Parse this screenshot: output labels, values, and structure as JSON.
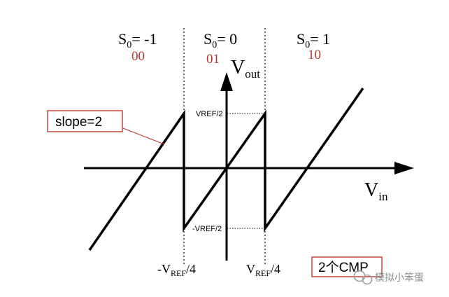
{
  "regions": [
    {
      "label_main": "S",
      "label_sub": "0",
      "label_rest": "= -1",
      "code": "00"
    },
    {
      "label_main": "S",
      "label_sub": "0",
      "label_rest": "= 0",
      "code": "01"
    },
    {
      "label_main": "S",
      "label_sub": "0",
      "label_rest": "= 1",
      "code": "10"
    }
  ],
  "axes": {
    "y_main": "V",
    "y_sub": "out",
    "x_main": "V",
    "x_sub": "in"
  },
  "levels": {
    "top": "VREF/2",
    "bottom": "-VREF/2"
  },
  "thresholds": {
    "left_main": "-V",
    "left_sub": "REF",
    "left_rest": "/4",
    "right_main": "V",
    "right_sub": "REF",
    "right_rest": "/4"
  },
  "callout": {
    "slope": "slope=2"
  },
  "cmp_label": "2个CMP",
  "watermark": "模拟小笨蛋",
  "colors": {
    "code_red": "#b03a2e",
    "callout_red": "#c0392b",
    "ink": "#000000",
    "watermark_gray": "#8a8f94"
  },
  "icons": {
    "watermark": "wechat-chat-icon"
  }
}
